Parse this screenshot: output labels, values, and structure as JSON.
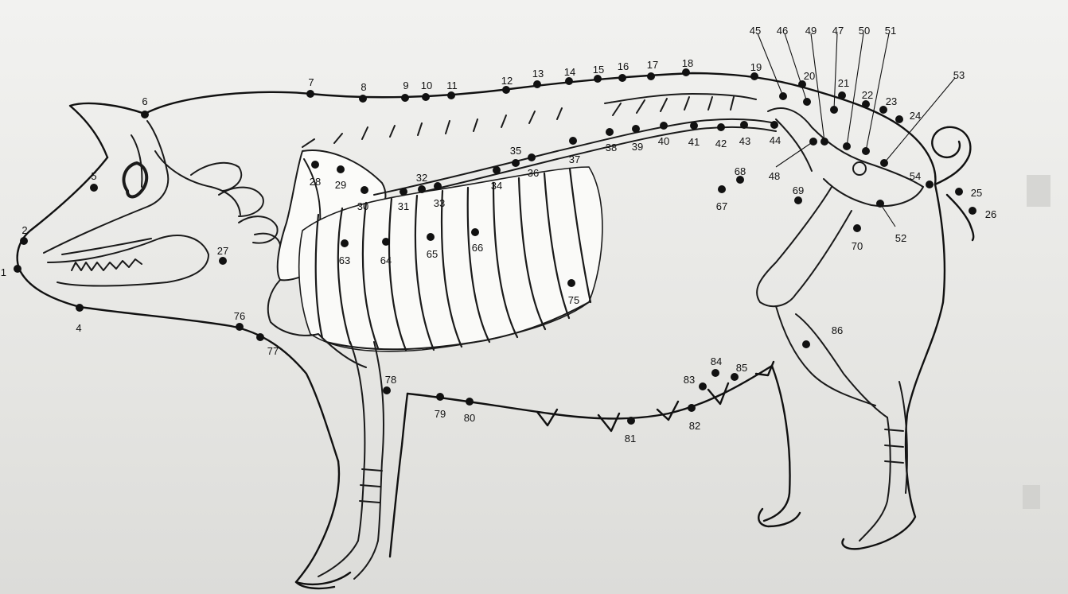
{
  "diagram": {
    "subject": "pig",
    "point_color": "#111111",
    "points": [
      {
        "id": "1"
      },
      {
        "id": "2"
      },
      {
        "id": "4"
      },
      {
        "id": "5"
      },
      {
        "id": "6"
      },
      {
        "id": "7"
      },
      {
        "id": "8"
      },
      {
        "id": "9"
      },
      {
        "id": "10"
      },
      {
        "id": "11"
      },
      {
        "id": "12"
      },
      {
        "id": "13"
      },
      {
        "id": "14"
      },
      {
        "id": "15"
      },
      {
        "id": "16"
      },
      {
        "id": "17"
      },
      {
        "id": "18"
      },
      {
        "id": "19"
      },
      {
        "id": "20"
      },
      {
        "id": "21"
      },
      {
        "id": "22"
      },
      {
        "id": "23"
      },
      {
        "id": "24"
      },
      {
        "id": "25"
      },
      {
        "id": "26"
      },
      {
        "id": "27"
      },
      {
        "id": "28"
      },
      {
        "id": "29"
      },
      {
        "id": "30"
      },
      {
        "id": "31"
      },
      {
        "id": "32"
      },
      {
        "id": "33"
      },
      {
        "id": "34"
      },
      {
        "id": "35"
      },
      {
        "id": "36"
      },
      {
        "id": "37"
      },
      {
        "id": "38"
      },
      {
        "id": "39"
      },
      {
        "id": "40"
      },
      {
        "id": "41"
      },
      {
        "id": "42"
      },
      {
        "id": "43"
      },
      {
        "id": "44"
      },
      {
        "id": "45"
      },
      {
        "id": "46"
      },
      {
        "id": "47"
      },
      {
        "id": "48"
      },
      {
        "id": "49"
      },
      {
        "id": "50"
      },
      {
        "id": "51"
      },
      {
        "id": "52"
      },
      {
        "id": "53"
      },
      {
        "id": "54"
      },
      {
        "id": "63"
      },
      {
        "id": "64"
      },
      {
        "id": "65"
      },
      {
        "id": "66"
      },
      {
        "id": "67"
      },
      {
        "id": "68"
      },
      {
        "id": "69"
      },
      {
        "id": "70"
      },
      {
        "id": "75"
      },
      {
        "id": "76"
      },
      {
        "id": "77"
      },
      {
        "id": "78"
      },
      {
        "id": "79"
      },
      {
        "id": "80"
      },
      {
        "id": "81"
      },
      {
        "id": "82"
      },
      {
        "id": "83"
      },
      {
        "id": "84"
      },
      {
        "id": "85"
      },
      {
        "id": "86"
      }
    ]
  }
}
